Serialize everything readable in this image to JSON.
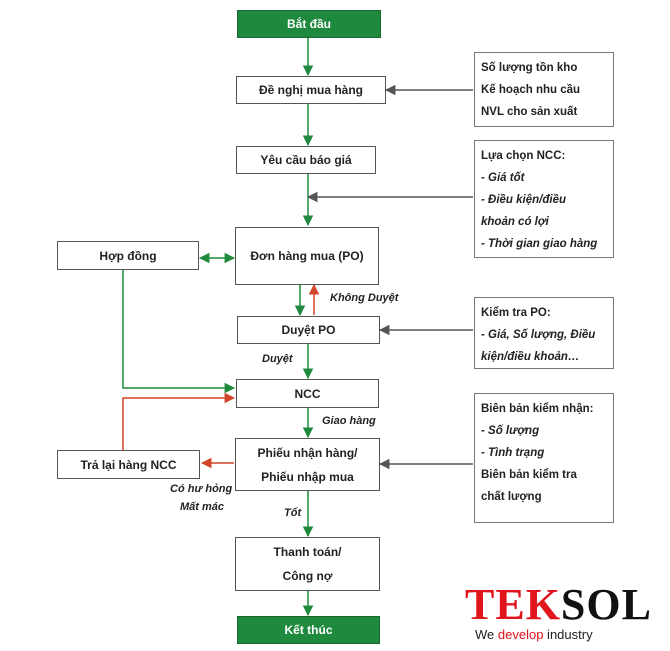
{
  "nodes": {
    "start": "Bắt đầu",
    "request": "Đề nghị mua hàng",
    "quote": "Yêu cầu báo giá",
    "po": "Đơn hàng mua (PO)",
    "contract": "Hợp đồng",
    "approve": "Duyệt PO",
    "ncc": "NCC",
    "receipt_line1": "Phiếu nhận hàng/",
    "receipt_line2": "Phiếu nhập mua",
    "return": "Trả lại hàng NCC",
    "payment_line1": "Thanh toán/",
    "payment_line2": "Công nợ",
    "end": "Kết thúc"
  },
  "notes": {
    "stock": [
      "Số lượng tồn kho",
      "Kế hoạch nhu cầu",
      "NVL cho sản xuất"
    ],
    "supplier": {
      "title": "Lựa chọn NCC:",
      "items": [
        "- Giá tốt",
        "- Điều kiện/điều",
        "khoản có lợi",
        "- Thời gian giao hàng"
      ]
    },
    "check_po": {
      "title": "Kiểm tra PO:",
      "items": [
        "- Giá, Số lượng, Điều",
        "kiện/điều khoản…"
      ]
    },
    "inspection": {
      "title": "Biên bản kiểm nhận:",
      "items": [
        "- Số lượng",
        "- Tình trạng"
      ],
      "extra": [
        "Biên bản kiểm tra",
        "chất lượng"
      ]
    }
  },
  "edge_labels": {
    "not_approved": "Không Duyệt",
    "approved": "Duyệt",
    "delivery": "Giao hàng",
    "defect_line1": "Có hư hỏng",
    "defect_line2": "Mất mác",
    "good": "Tốt"
  },
  "logo": {
    "brand_red": "TEK",
    "brand_black": "SOL",
    "tagline_pre": "We ",
    "tagline_red": "develop",
    "tagline_post": " industry"
  },
  "colors": {
    "start_end_fill": "#1f8a3e",
    "flow_arrow": "#1f8a3e",
    "reject_arrow": "#d2452a",
    "note_arrow": "#555555",
    "brand_red": "#e0141b"
  }
}
